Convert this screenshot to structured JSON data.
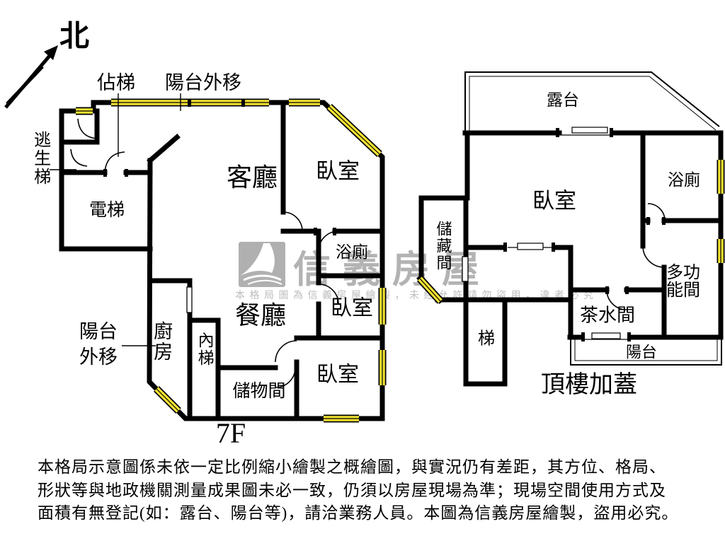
{
  "north": {
    "label": "北"
  },
  "plan7f": {
    "floor_label": "7F",
    "labels": {
      "occupied_stair": "佔梯",
      "balcony_moved_top": "陽台外移",
      "escape_stairs": "逃生梯",
      "balcony_moved_left_l1": "陽台",
      "balcony_moved_left_l2": "外移"
    },
    "rooms": {
      "elevator": "電梯",
      "living_room": "客廳",
      "bedroom_top": "臥室",
      "bathroom": "浴廁",
      "dining_room": "餐廳",
      "bedroom_middle": "臥室",
      "bedroom_bottom": "臥室",
      "kitchen": "廚房",
      "inner_stairs": "內梯",
      "storage": "儲物間"
    }
  },
  "roof": {
    "floor_label": "頂樓加蓋",
    "rooms": {
      "terrace": "露台",
      "bedroom": "臥室",
      "bathroom": "浴廁",
      "storage": "儲藏間",
      "multi_purpose_l1": "多功",
      "multi_purpose_l2": "能間",
      "pantry": "茶水間",
      "stairs": "梯",
      "balcony": "陽台"
    }
  },
  "watermark": {
    "brand": "信義房屋",
    "notice": "本格局圖為信義房屋繪製，未經允許請勿盜用，違者必究"
  },
  "disclaimer": {
    "line1": "本格局示意圖係未依一定比例縮小繪製之概繪圖，與實況仍有差距，其方位、格局、",
    "line2": "形狀等與地政機關測量成果圖未必一致，仍須以房屋現場為準；現場空間使用方式及",
    "line3": "面積有無登記(如：露台、陽台等)，請洽業務人員。本圖為信義房屋繪製，盜用必究。"
  },
  "colors": {
    "wall": "#000000",
    "window_fill": "#f3e332",
    "watermark_gray": "#b3b3b3"
  }
}
